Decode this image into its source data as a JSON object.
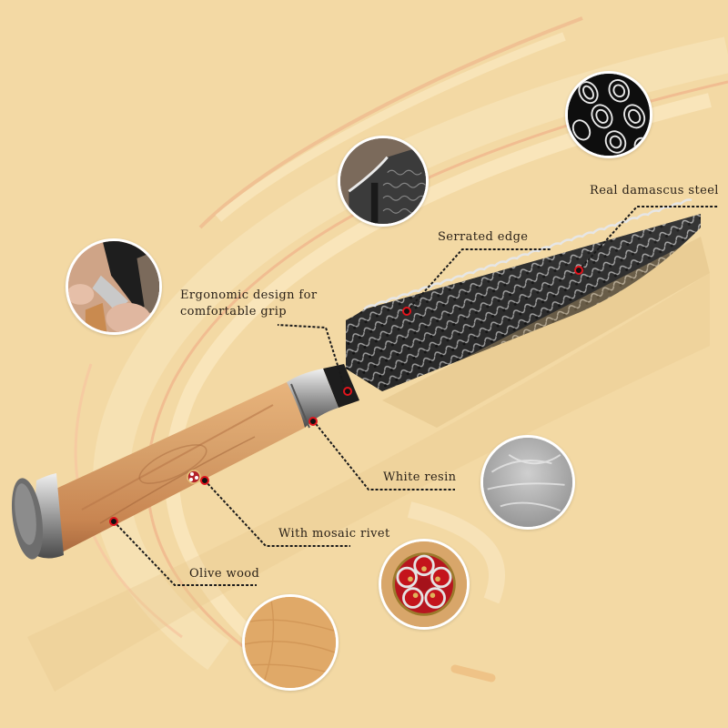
{
  "infographic": {
    "subject": "Damascus steel serrated bread knife with olive wood handle",
    "background_color": "#f3d9a4",
    "callout_dot_color": "#e0141c",
    "callout_line_color": "#1a1a1a",
    "callouts": [
      {
        "id": "damascus",
        "label": "Real damascus steel"
      },
      {
        "id": "serrated",
        "label": "Serrated edge"
      },
      {
        "id": "ergonomic",
        "label_line1": "Ergonomic design for",
        "label_line2": "comfortable grip"
      },
      {
        "id": "resin",
        "label": "White resin"
      },
      {
        "id": "rivet",
        "label": "With mosaic rivet"
      },
      {
        "id": "wood",
        "label": "Olive wood"
      }
    ],
    "detail_images": [
      {
        "id": "damascus-pattern",
        "depicts": "damascus steel pattern close-up"
      },
      {
        "id": "blade-heel",
        "depicts": "serrated blade heel close-up"
      },
      {
        "id": "grip",
        "depicts": "hand gripping bolster"
      },
      {
        "id": "resin-texture",
        "depicts": "white resin texture"
      },
      {
        "id": "mosaic-rivet",
        "depicts": "mosaic rivet close-up"
      },
      {
        "id": "olive-wood-texture",
        "depicts": "olive wood grain close-up"
      }
    ]
  }
}
